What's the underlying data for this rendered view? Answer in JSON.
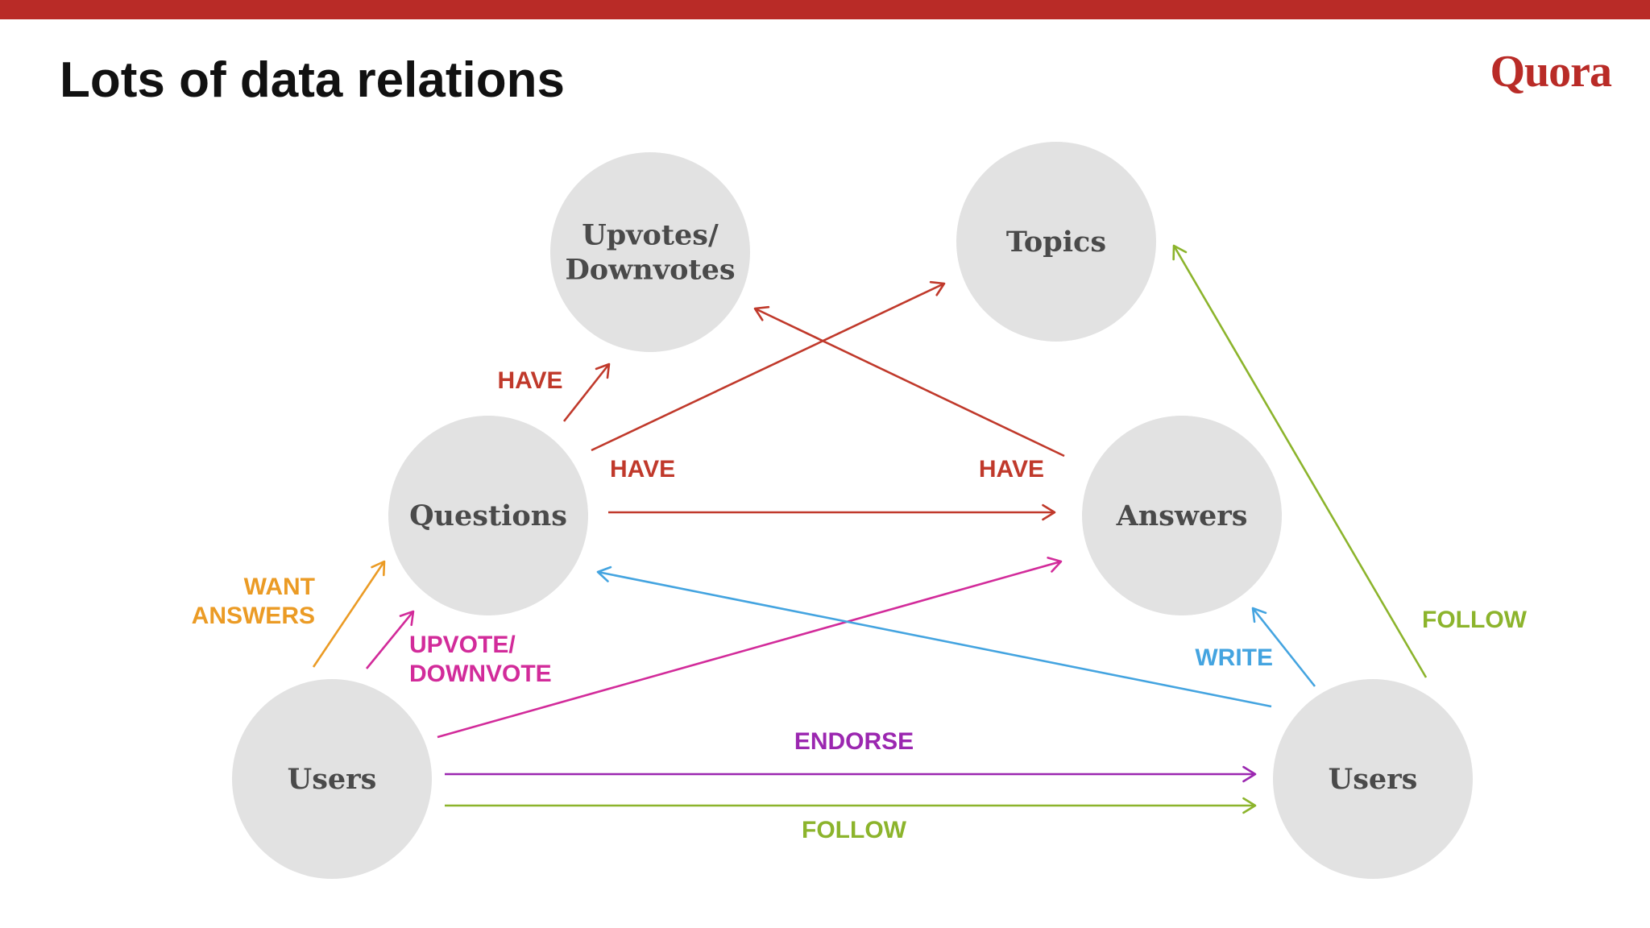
{
  "slide": {
    "title": "Lots of data relations",
    "logo_text": "Quora",
    "brand_color": "#b92b27"
  },
  "nodes": [
    {
      "id": "upvotes",
      "lines": [
        "Upvotes/",
        "Downvotes"
      ]
    },
    {
      "id": "topics",
      "lines": [
        "Topics"
      ]
    },
    {
      "id": "questions",
      "lines": [
        "Questions"
      ]
    },
    {
      "id": "answers",
      "lines": [
        "Answers"
      ]
    },
    {
      "id": "users-left",
      "lines": [
        "Users"
      ]
    },
    {
      "id": "users-right",
      "lines": [
        "Users"
      ]
    }
  ],
  "edges": [
    {
      "id": "questions-have-upvotes",
      "from": "questions",
      "to": "upvotes",
      "color": "#c0392b"
    },
    {
      "id": "questions-have-topics",
      "from": "questions",
      "to": "topics",
      "color": "#c0392b"
    },
    {
      "id": "answers-have-upvotes",
      "from": "answers",
      "to": "upvotes",
      "color": "#c0392b"
    },
    {
      "id": "questions-have-answers",
      "from": "questions",
      "to": "answers",
      "color": "#c0392b"
    },
    {
      "id": "users-want-answers",
      "from": "users-left",
      "to": "questions",
      "color": "#eb9b25"
    },
    {
      "id": "users-upvote-questions",
      "from": "users-left",
      "to": "questions",
      "color": "#d22b9a"
    },
    {
      "id": "users-upvote-answers",
      "from": "users-left",
      "to": "answers",
      "color": "#d22b9a"
    },
    {
      "id": "users-write-questions",
      "from": "users-right",
      "to": "questions",
      "color": "#44a4e0"
    },
    {
      "id": "users-write-answers",
      "from": "users-right",
      "to": "answers",
      "color": "#44a4e0"
    },
    {
      "id": "users-follow-topics",
      "from": "users-right",
      "to": "topics",
      "color": "#8cb42c"
    },
    {
      "id": "users-endorse-users",
      "from": "users-left",
      "to": "users-right",
      "color": "#9b27b0"
    },
    {
      "id": "users-follow-users",
      "from": "users-left",
      "to": "users-right",
      "color": "#8cb42c"
    }
  ],
  "edge_labels": [
    {
      "id": "have-upvotes",
      "lines": [
        "HAVE"
      ],
      "color": "#c0392b"
    },
    {
      "id": "have-questions-answers",
      "lines": [
        "HAVE"
      ],
      "color": "#c0392b"
    },
    {
      "id": "have-answers-upvotes",
      "lines": [
        "HAVE"
      ],
      "color": "#c0392b"
    },
    {
      "id": "want-answers",
      "lines": [
        "WANT",
        "ANSWERS"
      ],
      "color": "#eb9b25"
    },
    {
      "id": "upvote-downvote",
      "lines": [
        "UPVOTE/",
        "DOWNVOTE"
      ],
      "color": "#d22b9a"
    },
    {
      "id": "write",
      "lines": [
        "WRITE"
      ],
      "color": "#44a4e0"
    },
    {
      "id": "follow-topics",
      "lines": [
        "FOLLOW"
      ],
      "color": "#8cb42c"
    },
    {
      "id": "endorse",
      "lines": [
        "ENDORSE"
      ],
      "color": "#9b27b0"
    },
    {
      "id": "follow-users",
      "lines": [
        "FOLLOW"
      ],
      "color": "#8cb42c"
    }
  ]
}
